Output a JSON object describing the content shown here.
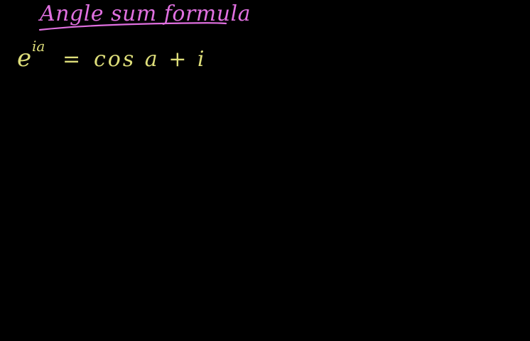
{
  "board": {
    "background": "#000000",
    "title": "Angle sum formula",
    "title_color": "#e070e0",
    "ink_color": "#dede7a",
    "equation": {
      "base": "e",
      "exponent": "ia",
      "equals": "=",
      "rhs": "cos a + i"
    }
  }
}
